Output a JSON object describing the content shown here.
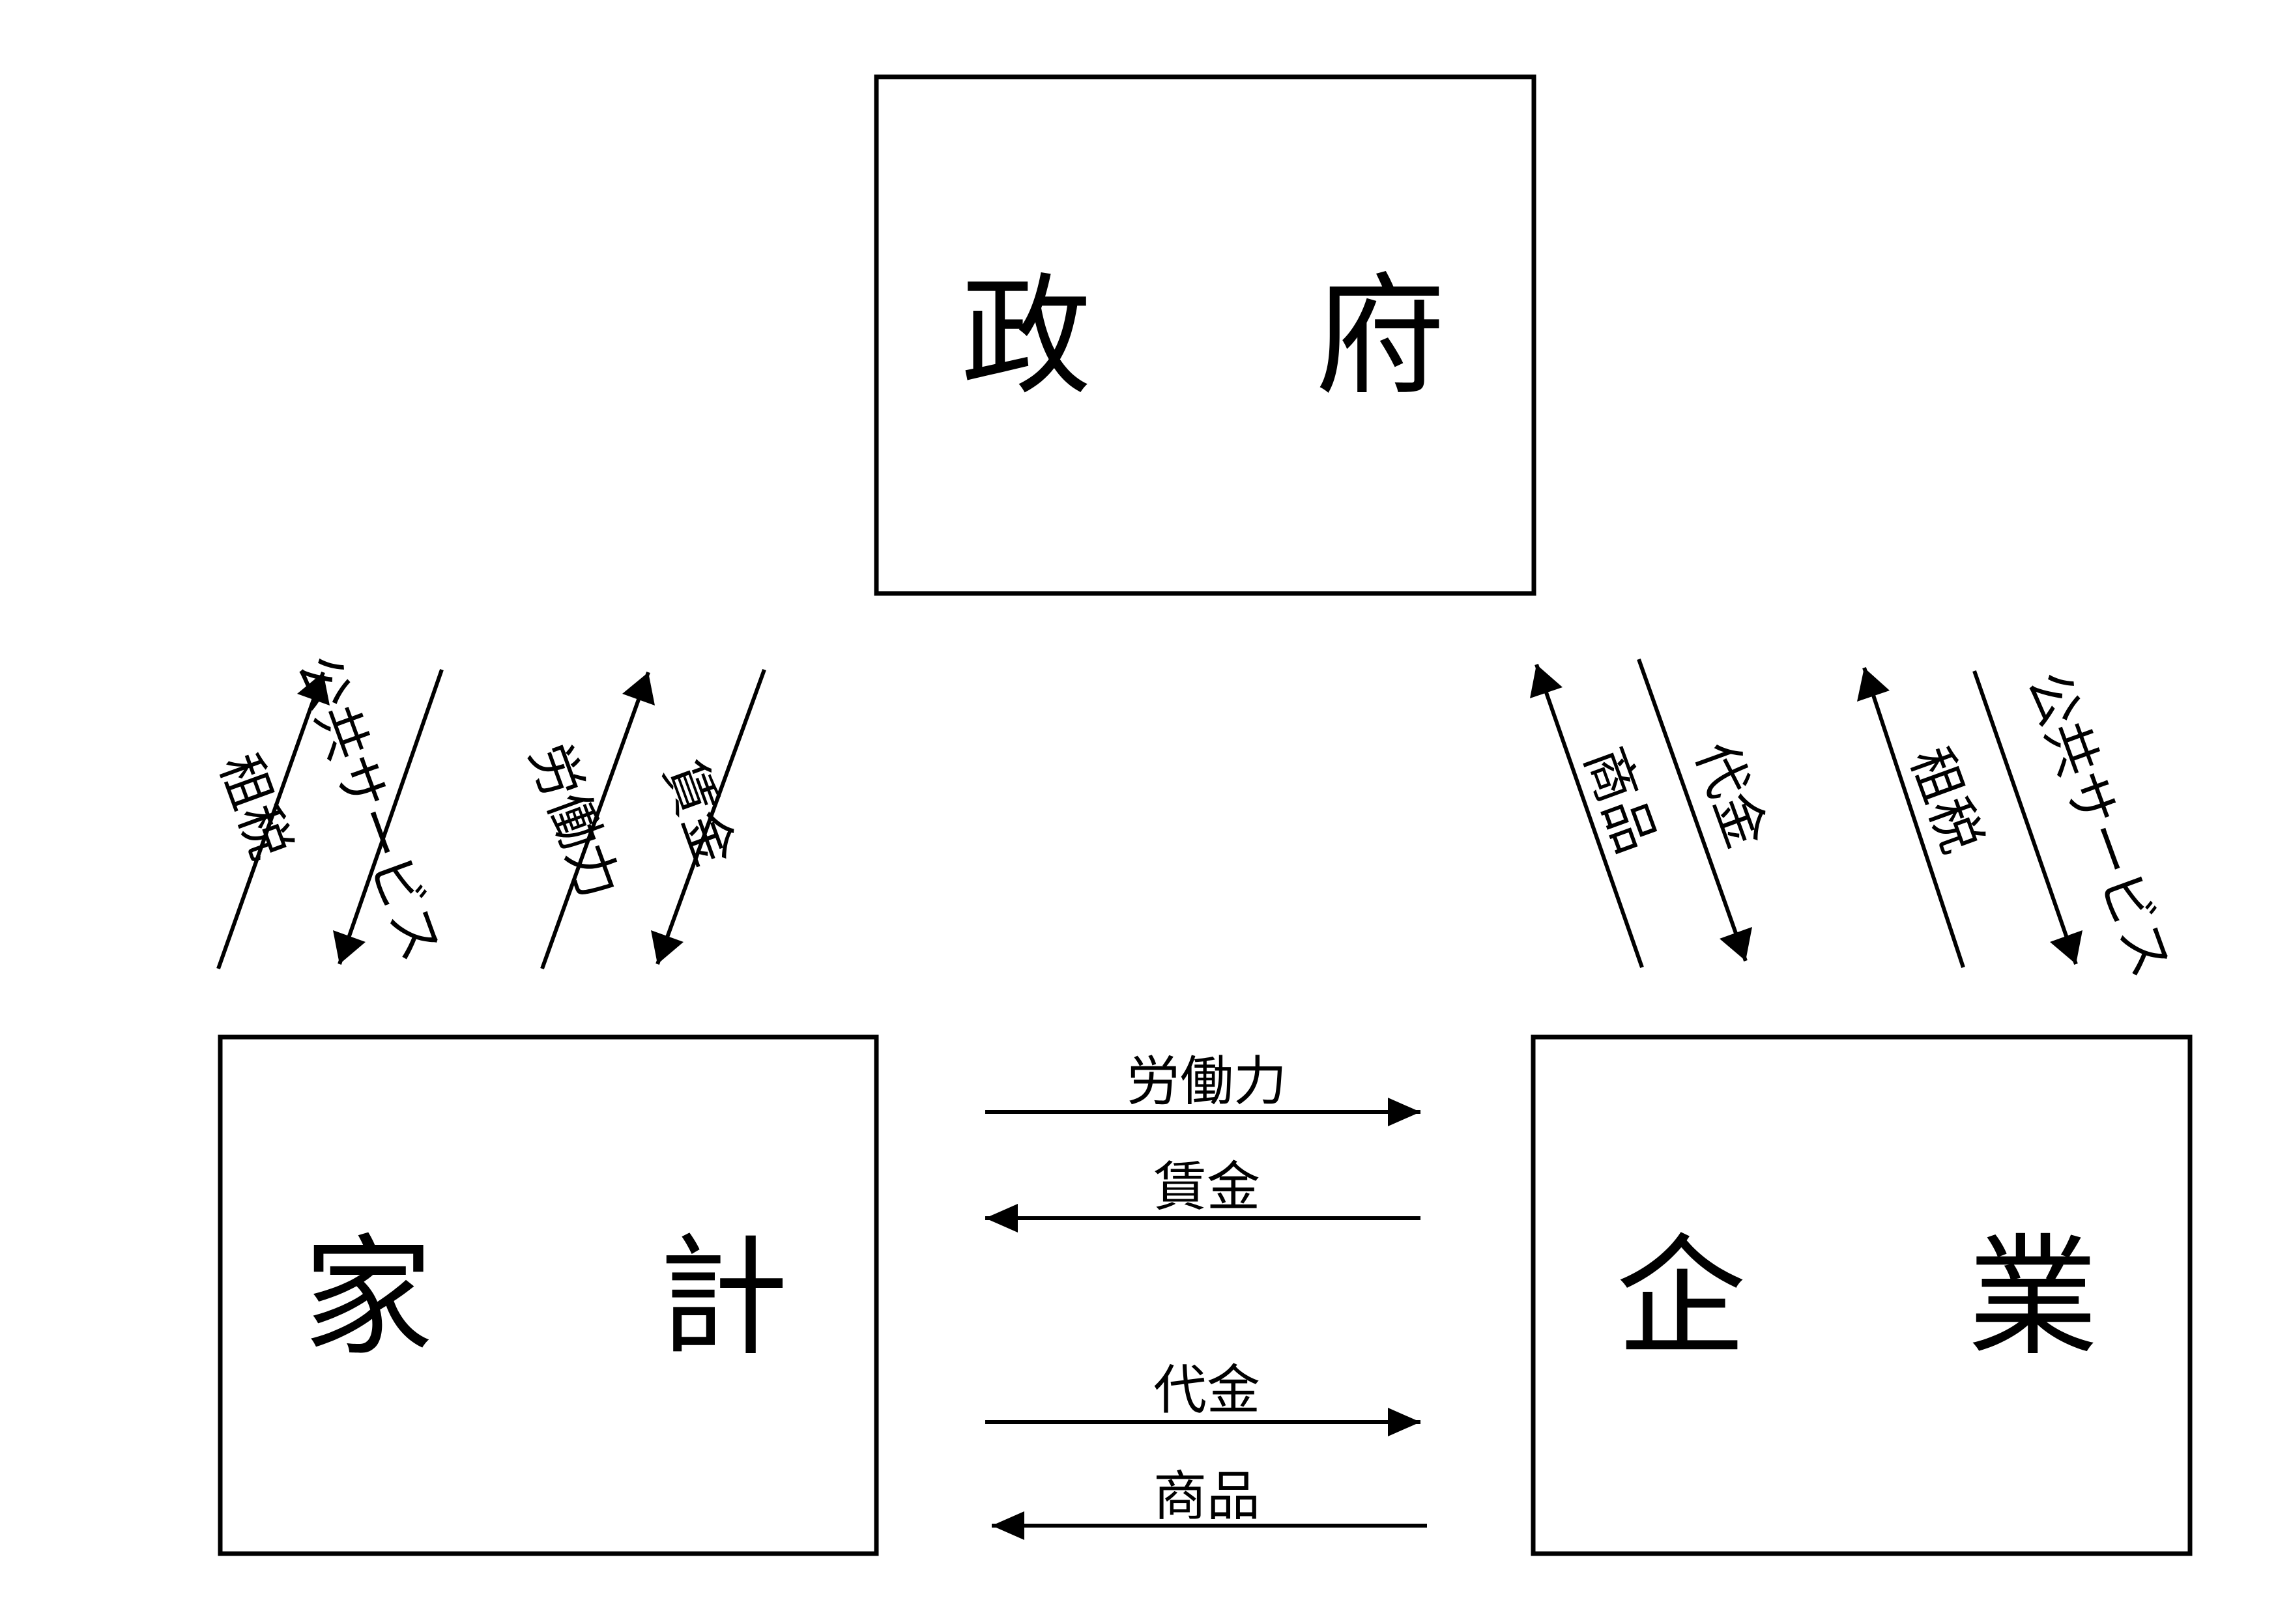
{
  "entities": {
    "government": {
      "chars": [
        "政",
        "府"
      ]
    },
    "household": {
      "chars": [
        "家",
        "計"
      ]
    },
    "firm": {
      "chars": [
        "企",
        "業"
      ]
    }
  },
  "flows": {
    "household_to_government_tax": "租税",
    "government_to_household_public_services": "公共サービス",
    "household_to_government_labor": "労働力",
    "government_to_household_wages": "賃金",
    "firm_to_government_goods": "商品",
    "government_to_firm_payment": "代金",
    "firm_to_government_tax": "租税",
    "government_to_firm_public_services": "公共サービス",
    "household_to_firm_labor": "労働力",
    "firm_to_household_wages": "賃金",
    "household_to_firm_payment": "代金",
    "firm_to_household_goods": "商品"
  }
}
